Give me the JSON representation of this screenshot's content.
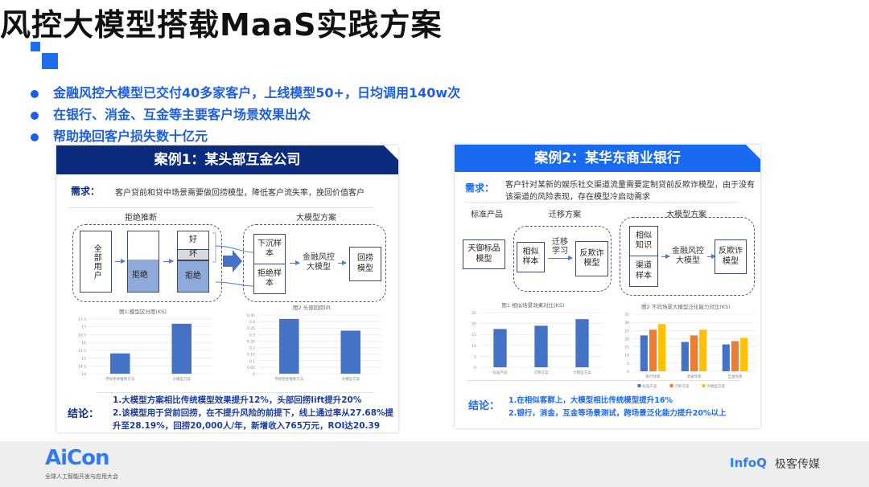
{
  "title": "风控大模型搭载MaaS实践方案",
  "bullets": [
    "金融风控大模型已交付40多家客户，上线模型50+，日均调用140w次",
    "在银行、消金、互金等主要客户场景效果出众",
    "帮助挽回客户损失数十亿元"
  ],
  "case1": {
    "header": "案例1：某头部互金公司",
    "need_label": "需求：",
    "need_text": "客户贷前和贷中场景需要做回捞模型，降低客户流失率，挽回价值客户",
    "left_title": "拒绝推断",
    "right_title": "大模型方案",
    "all_users": "全部用户",
    "reject": "拒绝",
    "good": "好",
    "bad": "坏",
    "sink_sample": "下沉样本",
    "reject_sample": "拒绝样本",
    "llm": "金融风控大模型",
    "recall_model": "回捞模型",
    "conclusion_label": "结论：",
    "conclusions": [
      "1.大模型方案相比传统模型效果提升12%，头部回捞lift提升20%",
      "2.该模型用于贷前回捞，在不提升风险的前提下，线上通过率从27.68%提",
      "升至28.19%，回捞20,000人/年，新增收入765万元，ROI达20.39"
    ]
  },
  "case2": {
    "header": "案例2：某华东商业银行",
    "need_label": "需求：",
    "need_text": [
      "客户针对某新的娱乐社交渠道流量需要定制贷前反欺诈模型，由于没有",
      "该渠道的风险表现，存在模型冷启动需求"
    ],
    "std_title": "标准产品",
    "transfer_title": "迁移方案",
    "llm_title": "大模型方案",
    "tianyu": "天御标品模型",
    "similar_sample": "相似样本",
    "transfer_learning": "迁移学习",
    "anti_fraud": "反欺诈模型",
    "similar_knowledge": "相似知识",
    "channel_sample": "渠道样本",
    "llm": "金融风控大模型",
    "conclusion_label": "结论：",
    "conclusions": [
      "1.在相似客群上，大模型相比传统模型提升16%",
      "2.银行，消金，互金等场景测试，跨场景泛化能力提升20%以上"
    ]
  },
  "footer": {
    "aicon": "AiCon",
    "aicon_sub": "全球人工智能开发与应用大会",
    "infoq": "InfoQ",
    "infoq_cn": "极客传媒"
  },
  "colors": {
    "accent": "#1e6ff0",
    "navy": "#0b2c7c",
    "bar": "#4472c4",
    "orange": "#ed7d31",
    "yellow": "#ffc000"
  },
  "chart_data": [
    {
      "id": "c1",
      "type": "bar",
      "title": "图1:模型区分度(KS)",
      "categories": [
        "传统拒绝推断方法",
        "大模型方案"
      ],
      "series": [
        {
          "name": "KS",
          "values": [
            15.3,
            17.2
          ]
        }
      ],
      "ylim": [
        14,
        17.5
      ],
      "yticks": [
        14,
        14.5,
        15,
        15.5,
        16,
        16.5,
        17,
        17.5
      ]
    },
    {
      "id": "c2",
      "type": "bar",
      "title": "图2 头部回捞lift",
      "categories": [
        "传统拒绝推断方法",
        "大模型方案"
      ],
      "series": [
        {
          "name": "lift",
          "values": [
            0.42,
            0.33
          ]
        }
      ],
      "ylim": [
        0,
        0.45
      ],
      "yticks": [
        0,
        0.05,
        0.1,
        0.15,
        0.2,
        0.25,
        0.3,
        0.35,
        0.4,
        0.45
      ]
    },
    {
      "id": "c3",
      "type": "bar",
      "title": "图1 相似场景效果对比(KS)",
      "categories": [
        "标准产品",
        "迁移方案",
        "大模型方案"
      ],
      "series": [
        {
          "name": "KS",
          "values": [
            17.5,
            19,
            22
          ]
        }
      ],
      "ylim": [
        0,
        25
      ],
      "yticks": [
        0,
        5,
        10,
        15,
        20,
        25
      ]
    },
    {
      "id": "c4",
      "type": "bar",
      "title": "图2 不同场景大模型泛化能力对比(KS)",
      "categories": [
        "银行场景",
        "消金场景",
        "互金场景"
      ],
      "series": [
        {
          "name": "标准产品",
          "values": [
            22,
            18,
            16.5
          ]
        },
        {
          "name": "迁移方案",
          "values": [
            25.5,
            22,
            18.5
          ]
        },
        {
          "name": "大模型方案",
          "values": [
            29,
            25.5,
            20.5
          ]
        }
      ],
      "ylim": [
        0,
        35
      ],
      "yticks": [
        0,
        5,
        10,
        15,
        20,
        25,
        30,
        35
      ],
      "legend": "bottom"
    }
  ]
}
